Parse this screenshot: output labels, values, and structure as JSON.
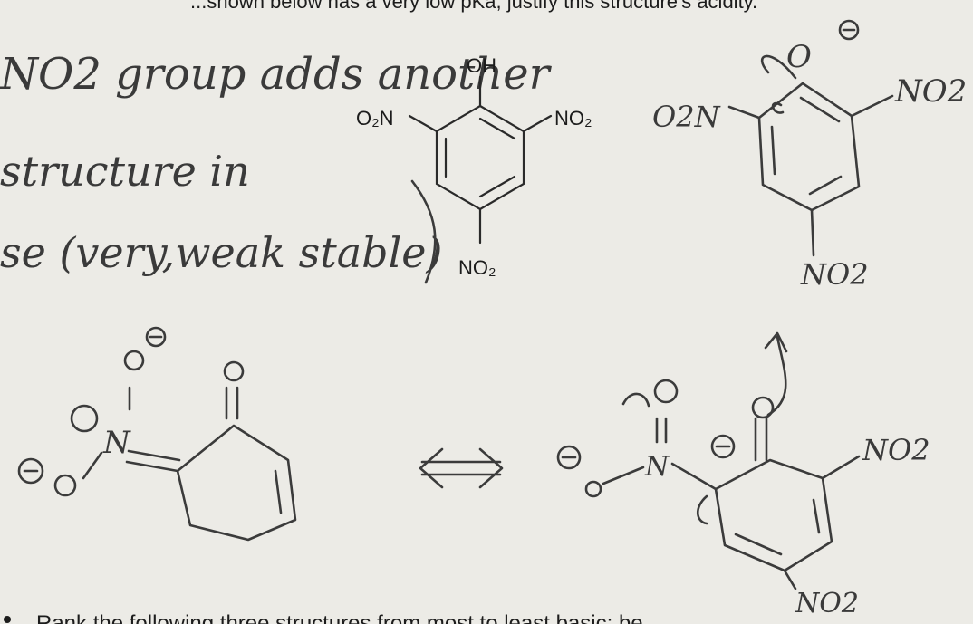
{
  "page": {
    "top_cut_text": "...shown below has a very low pKa, justify this structure's acidity.",
    "note": {
      "line1": "NO2 group adds another",
      "line2": "structure in",
      "line3": "se (very,weak stable)"
    },
    "printed_molecule": {
      "oh": "OH",
      "left": "O₂N",
      "right": "NO₂",
      "bottom": "NO₂"
    },
    "drawn_molecule_top": {
      "left": "O2N",
      "right": "NO2",
      "bottom": "NO2"
    },
    "drawn_resonance_left": {
      "top_o": "O",
      "ketone_o": "O",
      "n": "N",
      "bottom_o": "O"
    },
    "resonance_arrow": "⇔",
    "drawn_molecule_bottom": {
      "right": "NO2",
      "bottom": "NO2",
      "n": "N",
      "o_top": "O"
    },
    "bottom_question": "Rank the following three structures from most to least basic; be..."
  },
  "colors": {
    "paper": "#ecebe6",
    "ink": "#3a3a3a",
    "print": "#1c1c1c"
  }
}
